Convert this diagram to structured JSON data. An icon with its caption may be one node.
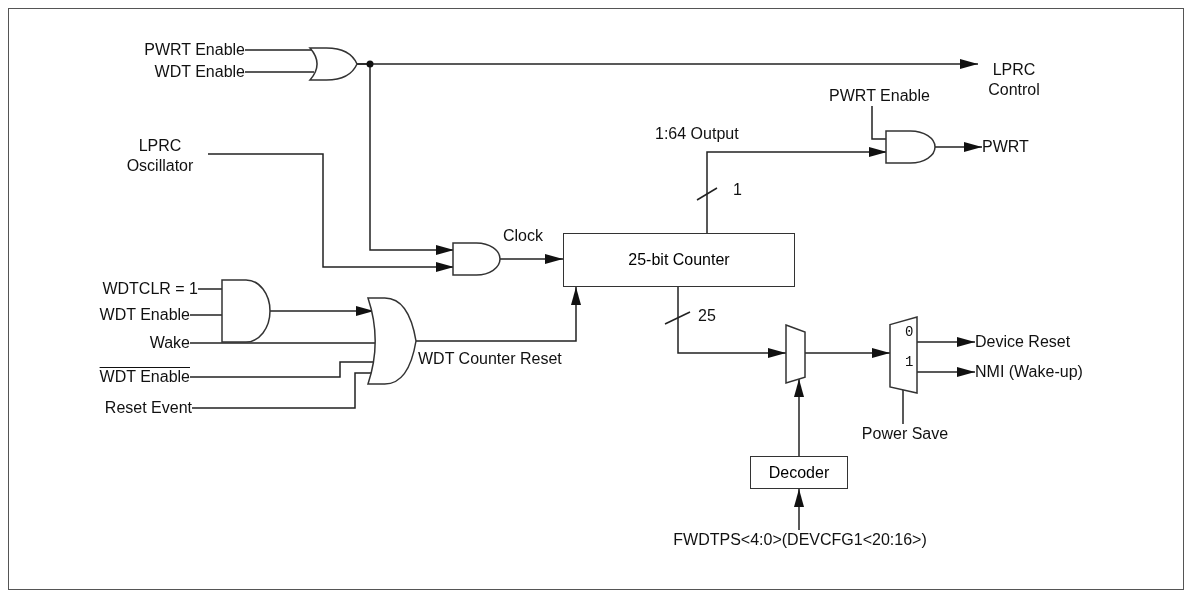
{
  "diagram": {
    "nodes": [
      {
        "text": [
          "PWRT Enable"
        ]
      },
      {
        "text": [
          "WDT Enable"
        ]
      },
      {
        "text": [],
        "shape": "gate"
      },
      {
        "text": [
          "LPRC Control"
        ]
      },
      {
        "text": [
          "LPRC Oscillator"
        ]
      },
      {
        "text": [],
        "shape": "gate"
      },
      {
        "text": [
          "25-bit Counter"
        ]
      },
      {
        "text": [
          "PWRT Enable"
        ]
      },
      {
        "text": [],
        "shape": "gate"
      },
      {
        "text": [
          "PWRT"
        ]
      },
      {
        "text": [
          "WDTCLR = 1"
        ]
      },
      {
        "text": [
          "WDT Enable"
        ]
      },
      {
        "text": [],
        "shape": "gate"
      },
      {
        "text": [
          "Wake"
        ]
      },
      {
        "text": [
          "WDT Enable"
        ]
      },
      {
        "text": [
          "Reset Event"
        ]
      },
      {
        "text": [],
        "shape": "gate"
      },
      {
        "text": [],
        "shape": "trapezoid"
      },
      {
        "text": [
          "0",
          "1"
        ]
      },
      {
        "text": [
          "Device Reset"
        ]
      },
      {
        "text": [
          "NMI (Wake-up)"
        ]
      },
      {
        "text": [
          "Power Save"
        ]
      },
      {
        "text": [
          "Decoder"
        ]
      },
      {
        "text": [
          "FWDTPS<4:0>(DEVCFG1<20:16>)"
        ]
      }
    ],
    "edges": [
      {
        "from": 0,
        "to": 2,
        "arrow": "none"
      },
      {
        "from": 1,
        "to": 2,
        "arrow": "none"
      },
      {
        "from": 2,
        "to": 3,
        "arrow": "to"
      },
      {
        "from": 2,
        "to": 5,
        "arrow": "to"
      },
      {
        "from": 4,
        "to": 5,
        "arrow": "to"
      },
      {
        "from": 5,
        "to": 6,
        "arrow": "to",
        "label": "Clock"
      },
      {
        "from": 6,
        "to": 8,
        "arrow": "to",
        "label": "1:64 Output"
      },
      {
        "from": 7,
        "to": 8,
        "arrow": "none"
      },
      {
        "from": 8,
        "to": 9,
        "arrow": "to"
      },
      {
        "from": 10,
        "to": 12,
        "arrow": "none"
      },
      {
        "from": 11,
        "to": 12,
        "arrow": "none"
      },
      {
        "from": 12,
        "to": 16,
        "arrow": "to"
      },
      {
        "from": 13,
        "to": 16,
        "arrow": "none"
      },
      {
        "from": 14,
        "to": 16,
        "arrow": "none"
      },
      {
        "from": 15,
        "to": 16,
        "arrow": "none"
      },
      {
        "from": 16,
        "to": 6,
        "arrow": "to",
        "label": "WDT Counter Reset"
      },
      {
        "from": 6,
        "to": 17,
        "arrow": "to"
      },
      {
        "from": 17,
        "to": 18,
        "arrow": "to"
      },
      {
        "from": 18,
        "to": 19,
        "arrow": "to"
      },
      {
        "from": 18,
        "to": 20,
        "arrow": "to"
      },
      {
        "from": 21,
        "to": 18,
        "arrow": "none"
      },
      {
        "from": 22,
        "to": 17,
        "arrow": "to"
      },
      {
        "from": 23,
        "to": 22,
        "arrow": "to"
      }
    ],
    "labels": [
      "1",
      "25"
    ]
  }
}
